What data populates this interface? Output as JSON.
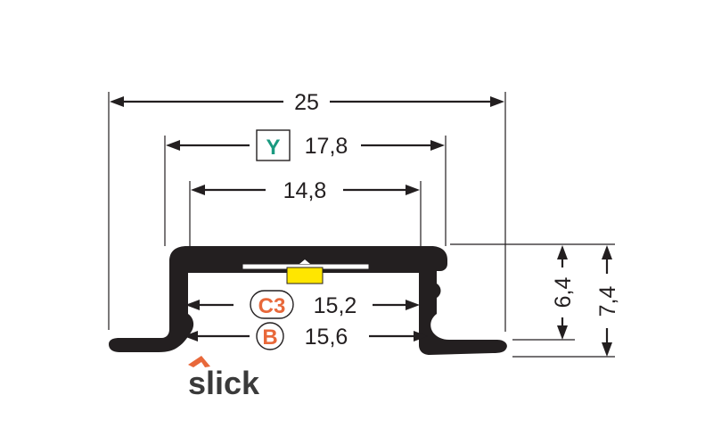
{
  "dimensions": {
    "overall_width": "25",
    "y_width": "17,8",
    "inner_width": "14,8",
    "c3_width": "15,2",
    "b_width": "15,6",
    "height_small": "6,4",
    "height_large": "7,4"
  },
  "badges": {
    "y": "Y",
    "c3": "C3",
    "b": "B"
  },
  "logo": {
    "text": "slick"
  },
  "colors": {
    "profile": "#231f20",
    "led_strip": "#ffe600",
    "y_badge": "#1a9a80",
    "c3_badge": "#e8683a",
    "b_badge": "#e8683a",
    "logo_accent": "#e8683a",
    "logo_text": "#3a3a3a"
  }
}
